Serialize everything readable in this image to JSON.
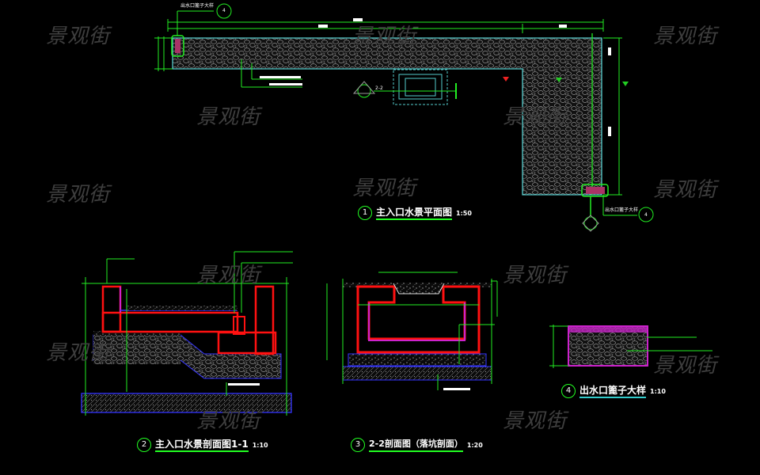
{
  "watermark": "景观街",
  "drawings": [
    {
      "number": "1",
      "title": "主入口水景平面图",
      "scale": "1:50"
    },
    {
      "number": "2",
      "title": "主入口水景剖面图1-1",
      "scale": "1:10"
    },
    {
      "number": "3",
      "title": "2-2剖面图（落坑剖面）",
      "scale": "1:20"
    },
    {
      "number": "4",
      "title": "出水口篦子大样",
      "scale": "1:10"
    }
  ],
  "plan_notes": {
    "outlet_detail_top": "出水口篦子大样",
    "outlet_detail_right": "出水口篦子大样",
    "section_mark_22": "2-2",
    "section_ref_top": "4",
    "section_ref_right": "4"
  },
  "colors": {
    "background": "#000000",
    "dimension": "#22ee22",
    "outline": "#55cccc",
    "wall": "#ff1a1a",
    "waterproof": "#cc22cc",
    "hatch": "#8a8a8a"
  }
}
